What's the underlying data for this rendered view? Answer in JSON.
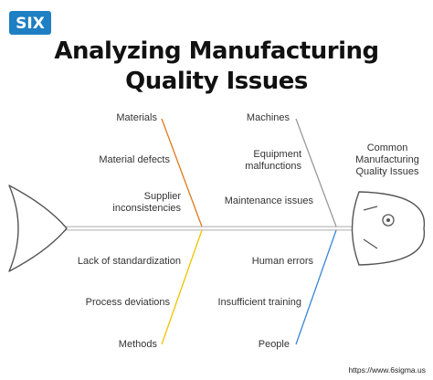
{
  "logo": {
    "letters": "SIX",
    "brand_color": "#1e7fc2",
    "accent_color": "#ffffff"
  },
  "title": {
    "line1": "Analyzing Manufacturing",
    "line2": "Quality Issues"
  },
  "head_label": {
    "line1": "Common",
    "line2": "Manufacturing",
    "line3": "Quality Issues"
  },
  "categories": {
    "materials": {
      "label": "Materials",
      "color": "#e07a1f"
    },
    "machines": {
      "label": "Machines",
      "color": "#9a9a9a"
    },
    "methods": {
      "label": "Methods",
      "color": "#f2c200"
    },
    "people": {
      "label": "People",
      "color": "#3a86d6"
    }
  },
  "causes": {
    "material_defects": "Material defects",
    "supplier_line1": "Supplier",
    "supplier_line2": "inconsistencies",
    "equipment_line1": "Equipment",
    "equipment_line2": "malfunctions",
    "maintenance_issues": "Maintenance issues",
    "lack_of_standardization": "Lack of standardization",
    "process_deviations": "Process deviations",
    "human_errors": "Human errors",
    "insufficient_training": "Insufficient training"
  },
  "footer": {
    "url": "https://www.6sigma.us"
  },
  "icons": {
    "fish_head": "fish-head-icon",
    "fish_tail": "fish-tail-icon"
  }
}
